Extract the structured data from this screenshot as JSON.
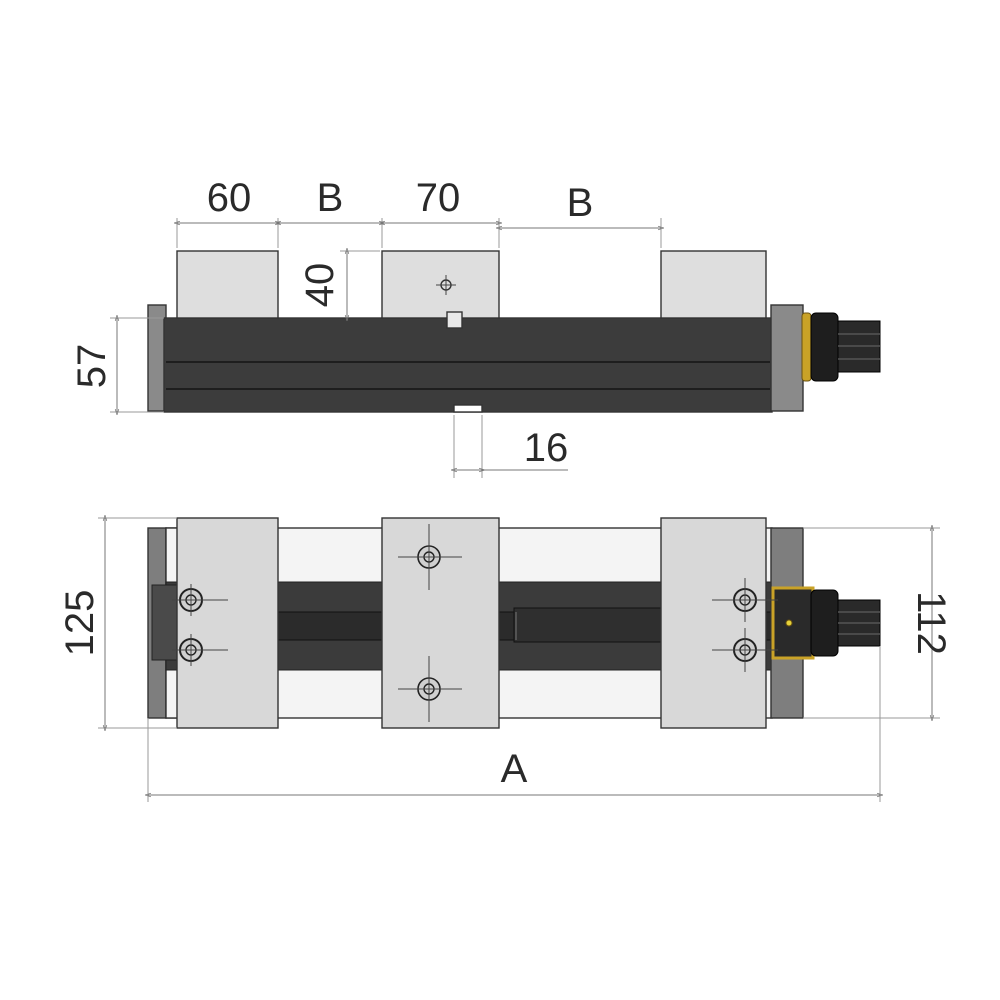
{
  "diagram": {
    "dimensions": {
      "jaw_width_left": "60",
      "gap_b_left": "B",
      "jaw_width_center": "70",
      "gap_b_right": "B",
      "jaw_height": "40",
      "body_height": "57",
      "slot_width": "16",
      "overall_width": "125",
      "inner_width": "112",
      "overall_length": "A"
    },
    "colors": {
      "body": "#3a3a3a",
      "jaw": "#dcdcdc",
      "end_plate": "#808080",
      "brass_ring": "#c9a227",
      "dimension_line": "#777777"
    },
    "views": [
      "side-view",
      "top-view"
    ]
  }
}
